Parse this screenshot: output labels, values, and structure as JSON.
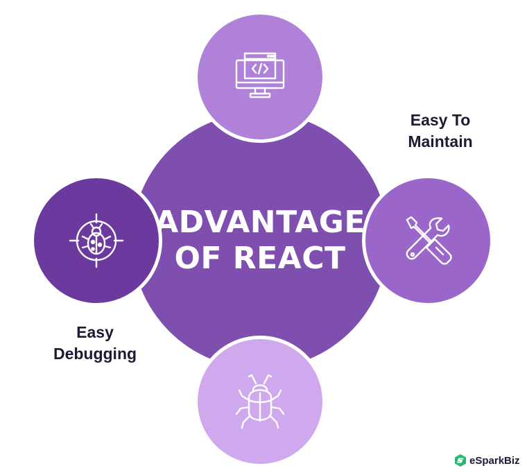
{
  "center": {
    "line1": "ADVANTAGE",
    "line2": "OF REACT"
  },
  "labels": {
    "maintain": [
      "Easy To",
      "Maintain"
    ],
    "debugging": [
      "Easy",
      "Debugging"
    ]
  },
  "icons": {
    "top": "code-monitor-icon",
    "left": "bug-target-icon",
    "right": "tools-icon",
    "bottom": "beetle-icon"
  },
  "colors": {
    "center": "#7f4fb0",
    "top": "#b081d9",
    "left": "#6c3a9e",
    "right": "#9a66c9",
    "bottom": "#d0a8ee",
    "text": "#1c1a35",
    "logo": "#2bb673"
  },
  "logo": {
    "text": "eSparkBiz"
  }
}
